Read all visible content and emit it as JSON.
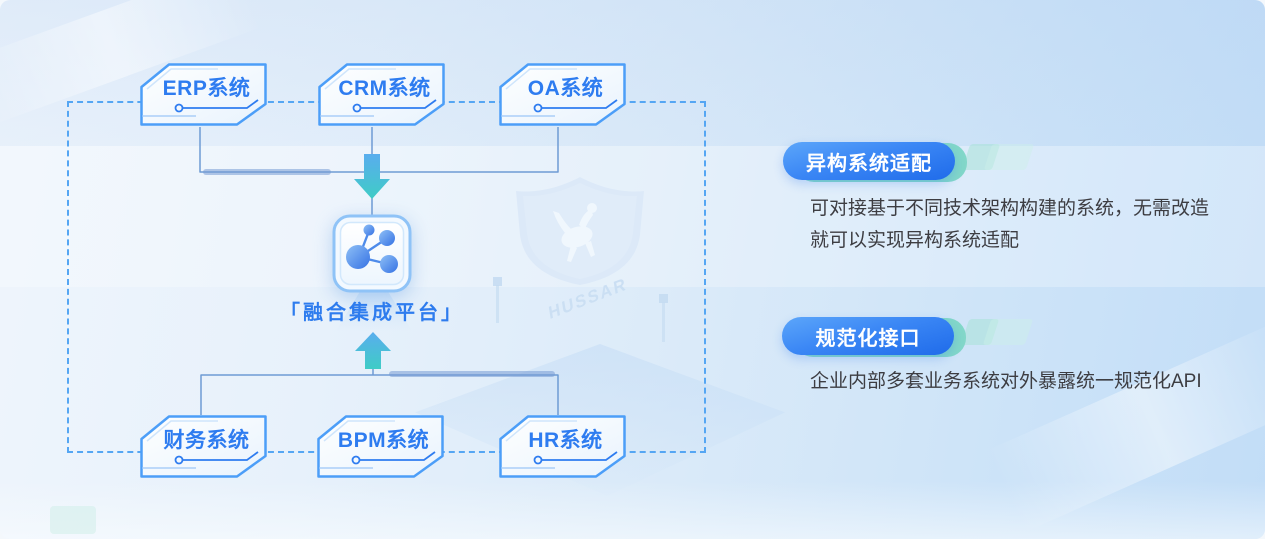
{
  "diagram": {
    "top_systems": [
      {
        "label": "ERP系统"
      },
      {
        "label": "CRM系统"
      },
      {
        "label": "OA系统"
      }
    ],
    "bottom_systems": [
      {
        "label": "财务系统"
      },
      {
        "label": "BPM系统"
      },
      {
        "label": "HR系统"
      }
    ],
    "platform_label": "「融合集成平台」",
    "watermark_text": "HUSSAR",
    "icons": {
      "platform": "network-molecule-icon",
      "flow_down": "arrow-down-icon",
      "flow_up": "arrow-up-icon",
      "watermark": "shield-knight-icon"
    }
  },
  "features": [
    {
      "badge": "异构系统适配",
      "lines": [
        "可对接基于不同技术架构构建的系统，无需改造",
        "就可以实现异构系统适配"
      ]
    },
    {
      "badge": "规范化接口",
      "lines": [
        "企业内部多套业务系统对外暴露统一规范化API"
      ]
    }
  ],
  "colors": {
    "box_border": "#4C9EF8",
    "box_text": "#2E7CF0",
    "dashed_border": "#55A6F3",
    "connector": "#6E9BD4",
    "arrow_gradient_top": "#59ADEE",
    "arrow_gradient_bottom": "#3FCCC6",
    "badge_gradient_start": "#5CA6FA",
    "badge_gradient_end": "#1F6BEA",
    "badge_accent_teal": "#82D7C9",
    "description_text": "#3D3D42"
  }
}
